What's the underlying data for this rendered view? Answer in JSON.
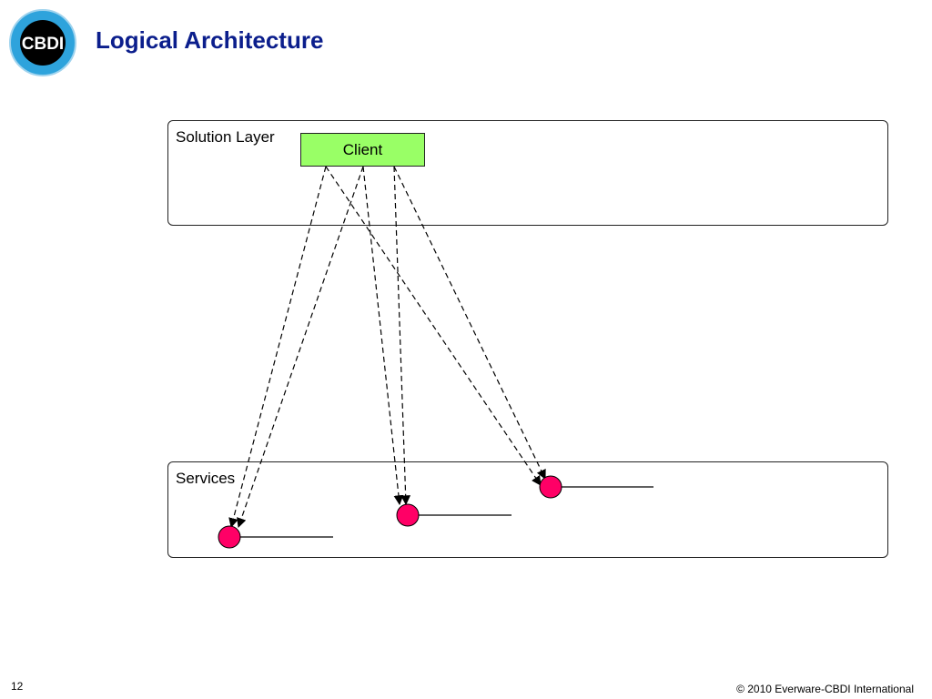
{
  "slide": {
    "title": "Logical Architecture",
    "page_number": "12",
    "copyright": "© 2010 Everware-CBDI International"
  },
  "logo": {
    "text": "CBDI",
    "ring_color": "#2ea3dc",
    "core_color": "#000000"
  },
  "diagram": {
    "solution_layer_label": "Solution Layer",
    "services_layer_label": "Services",
    "client_label": "Client",
    "client_color": "#99ff66",
    "service_node_color": "#ff0066",
    "service_count": 3,
    "arrows_per_service": 2
  }
}
